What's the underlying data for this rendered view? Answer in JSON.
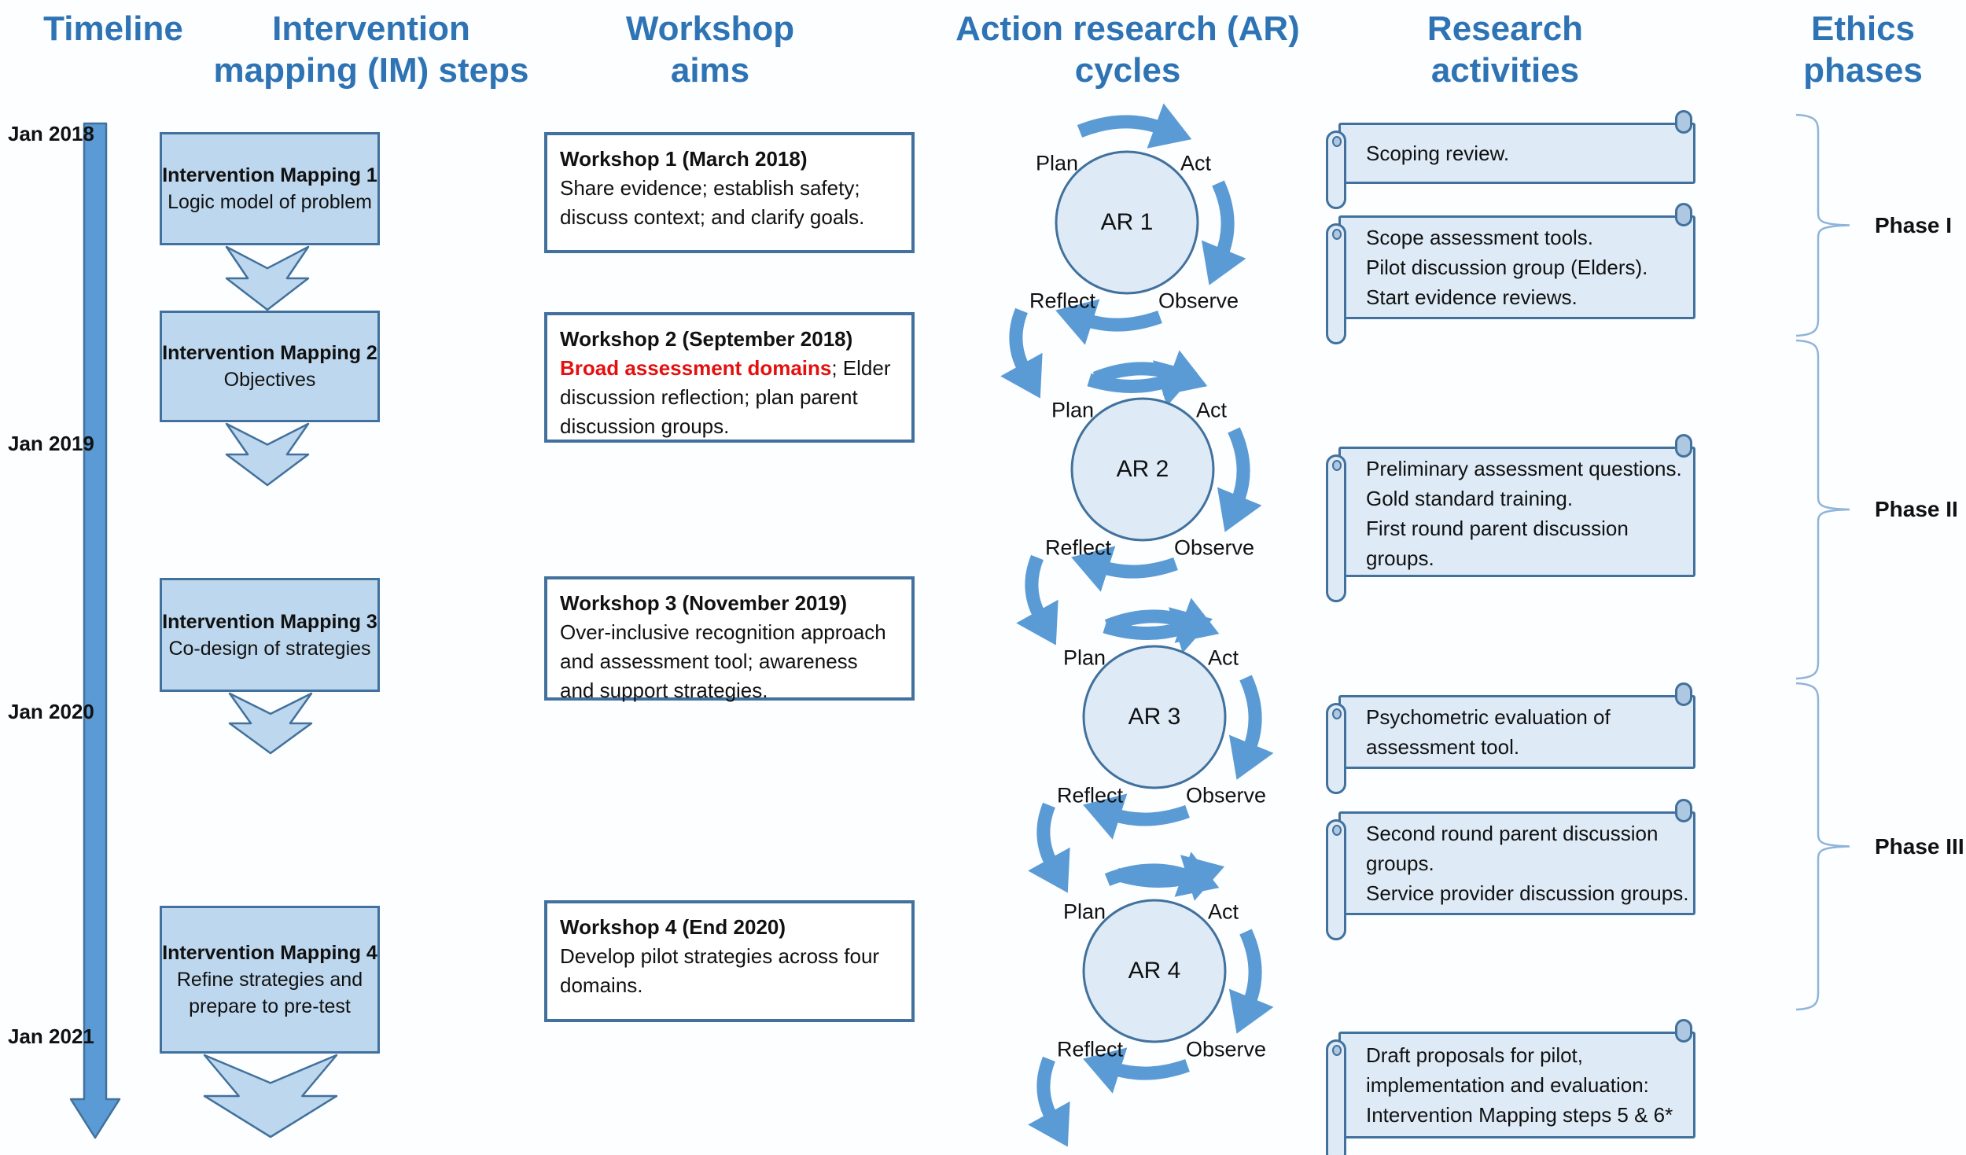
{
  "colors": {
    "header_blue": "#2E74B5",
    "mid_blue": "#5B9BD5",
    "light_blue": "#BDD7EE",
    "pale_blue": "#DEEBF7",
    "roll_shade": "#AFC8E2",
    "dark_border": "#41719C",
    "bracket_blue": "#8FB4D9",
    "highlight_red": "#E50F0F",
    "text_black": "#111111"
  },
  "headers": [
    {
      "id": "timeline",
      "lines": [
        "Timeline"
      ]
    },
    {
      "id": "im-steps",
      "lines": [
        "Intervention",
        "mapping (IM) steps"
      ]
    },
    {
      "id": "workshop-aims",
      "lines": [
        "Workshop",
        "aims"
      ]
    },
    {
      "id": "ar-cycles",
      "lines": [
        "Action research (AR)",
        "cycles"
      ]
    },
    {
      "id": "research-activities",
      "lines": [
        "Research",
        "activities"
      ]
    },
    {
      "id": "ethics-phases",
      "lines": [
        "Ethics",
        "phases"
      ]
    }
  ],
  "timeline": {
    "years": [
      "Jan 2018",
      "Jan 2019",
      "Jan 2020",
      "Jan 2021"
    ]
  },
  "im_steps": [
    {
      "title": "Intervention Mapping 1",
      "lines": [
        "Logic model of problem"
      ]
    },
    {
      "title": "Intervention Mapping 2",
      "lines": [
        "Objectives"
      ]
    },
    {
      "title": "Intervention Mapping 3",
      "lines": [
        "Co-design of strategies"
      ]
    },
    {
      "title": "Intervention Mapping 4",
      "lines": [
        "Refine strategies and",
        "prepare to pre-test"
      ]
    }
  ],
  "workshops": [
    {
      "title": "Workshop 1 (March 2018)",
      "lines": [
        [
          {
            "text": "Share evidence; establish safety;"
          }
        ],
        [
          {
            "text": "discuss context; and clarify goals."
          }
        ]
      ]
    },
    {
      "title": "Workshop 2 (September 2018)",
      "lines": [
        [
          {
            "text": "Broad assessment domains",
            "red": true
          },
          {
            "text": "; Elder"
          }
        ],
        [
          {
            "text": "discussion reflection; plan parent"
          }
        ],
        [
          {
            "text": "discussion groups."
          }
        ]
      ]
    },
    {
      "title": "Workshop 3 (November 2019)",
      "lines": [
        [
          {
            "text": "Over-inclusive recognition approach"
          }
        ],
        [
          {
            "text": "and assessment tool; awareness"
          }
        ],
        [
          {
            "text": "and support strategies."
          }
        ]
      ]
    },
    {
      "title": "Workshop 4 (End 2020)",
      "lines": [
        [
          {
            "text": "Develop pilot strategies across four"
          }
        ],
        [
          {
            "text": "domains."
          }
        ]
      ]
    }
  ],
  "ar": {
    "stages": {
      "plan": "Plan",
      "act": "Act",
      "observe": "Observe",
      "reflect": "Reflect"
    },
    "cycles": [
      "AR 1",
      "AR 2",
      "AR 3",
      "AR 4"
    ]
  },
  "research_activities": [
    {
      "lines": [
        "Scoping review."
      ]
    },
    {
      "lines": [
        "Scope assessment tools.",
        "Pilot discussion group (Elders).",
        "Start evidence reviews."
      ]
    },
    {
      "lines": [
        "Preliminary assessment questions.",
        "Gold standard training.",
        "First round parent discussion",
        "groups."
      ]
    },
    {
      "lines": [
        "Psychometric evaluation of",
        "assessment tool."
      ]
    },
    {
      "lines": [
        "Second round parent discussion",
        "groups.",
        "Service provider discussion groups."
      ]
    },
    {
      "lines": [
        "Draft proposals for pilot,",
        "implementation and evaluation:",
        "Intervention Mapping steps 5 & 6*"
      ]
    }
  ],
  "ethics_phases": [
    "Phase I",
    "Phase II",
    "Phase III"
  ]
}
